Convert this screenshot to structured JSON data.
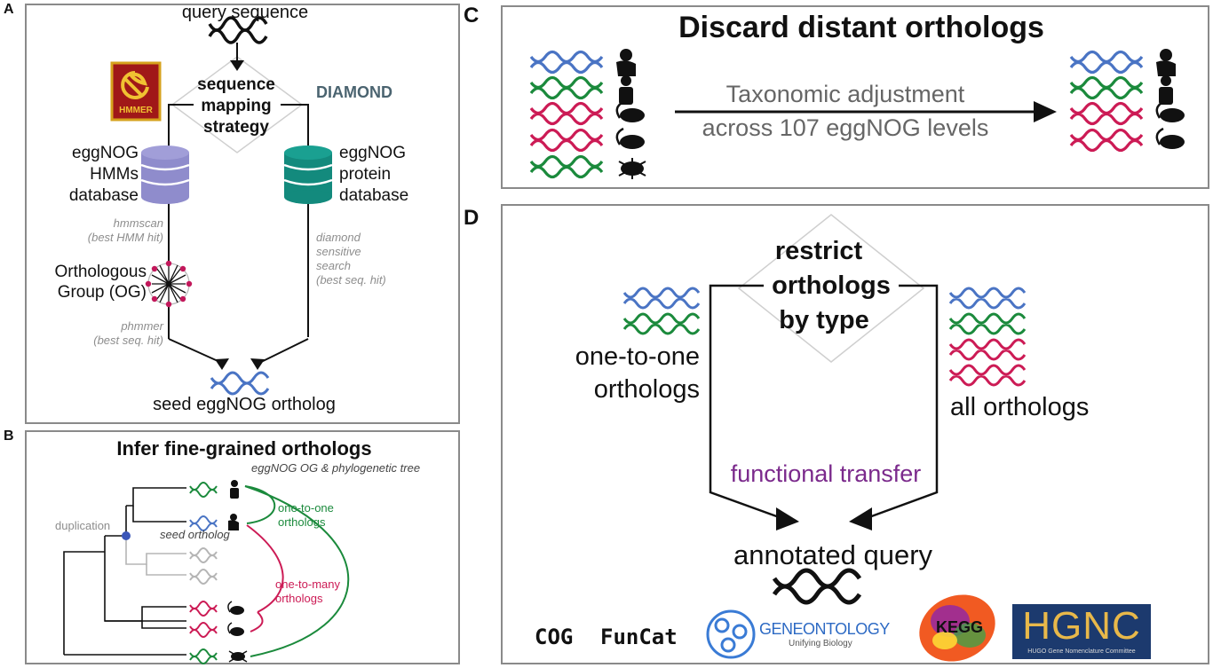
{
  "panels": {
    "a": {
      "label": "A",
      "query": "query sequence",
      "strategy": [
        "sequence",
        "mapping",
        "strategy"
      ],
      "hmmer_logo": "HMMER",
      "diamond": "DIAMOND",
      "left_db": [
        "eggNOG",
        "HMMs",
        "database"
      ],
      "right_db": [
        "eggNOG",
        "protein",
        "database"
      ],
      "hmmscan": [
        "hmmscan",
        "(best HMM hit)"
      ],
      "diamond_search": [
        "diamond",
        "sensitive",
        "search",
        "(best seq. hit)"
      ],
      "og": [
        "Orthologous",
        "Group (OG)"
      ],
      "phmmer": [
        "phmmer",
        "(best seq. hit)"
      ],
      "seed": "seed eggNOG ortholog",
      "colors": {
        "hmm_db": "#8f8ccc",
        "protein_db": "#138a7d",
        "diamond_text": "#4b6470",
        "og_node": "#c2185b"
      }
    },
    "b": {
      "label": "B",
      "title": "Infer fine-grained orthologs",
      "subtitle": "eggNOG OG & phylogenetic tree",
      "duplication": "duplication",
      "seed_ortholog": "seed ortholog",
      "one_to_one": [
        "one-to-one",
        "orthologs"
      ],
      "one_to_many": [
        "one-to-many",
        "orthologs"
      ],
      "colors": {
        "green": "#1b8a3c",
        "pink": "#cc1b55",
        "blue": "#4a74c4",
        "gray": "#b5b5b5"
      }
    },
    "c": {
      "label": "C",
      "title": "Discard distant orthologs",
      "adjust": [
        "Taxonomic adjustment",
        "across 107 eggNOG levels"
      ]
    },
    "d": {
      "label": "D",
      "restrict": [
        "restrict",
        "orthologs",
        "by type"
      ],
      "one_to_one": [
        "one-to-one",
        "orthologs"
      ],
      "all": "all orthologs",
      "transfer": "functional transfer",
      "annotated": "annotated query",
      "logos": {
        "cog": "COG",
        "funcat": "FunCat",
        "go_name": "GENEONTOLOGY",
        "go_tag": "Unifying Biology",
        "kegg": "KEGG",
        "hgnc": "HGNC",
        "hgnc_tag": "HUGO Gene Nomenclature Committee"
      },
      "colors": {
        "transfer": "#7b2a8c",
        "hgnc_bg": "#1c3a6e",
        "hgnc_text": "#e8b84a"
      }
    }
  }
}
